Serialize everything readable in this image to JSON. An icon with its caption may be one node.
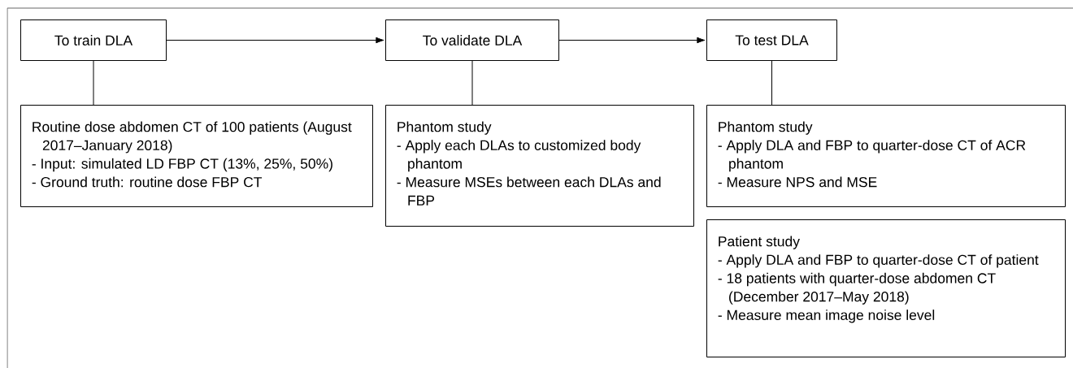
{
  "diagram": {
    "nodes": [
      {
        "text": [
          "To train DLA"
        ]
      },
      {
        "text": [
          "To validate DLA"
        ]
      },
      {
        "text": [
          "To test DLA"
        ]
      },
      {
        "text": [
          "Routine dose abdomen CT of 100 patients (August 2017–January 2018)",
          "- Input: simulated LD FBP CT (13%, 25%, 50%)",
          "- Ground truth: routine dose FBP CT"
        ]
      },
      {
        "text": [
          "Phantom study",
          "- Apply each DLAs to customized body phantom",
          "- Measure MSEs between each DLAs and FBP"
        ]
      },
      {
        "text": [
          "Phantom study",
          "- Apply DLA and FBP to quarter-dose CT of ACR phantom",
          "- Measure NPS and MSE"
        ]
      },
      {
        "text": [
          "Patient study",
          "- Apply DLA and FBP to quarter-dose CT of patient",
          "- 18 patients with quarter-dose abdomen CT (December 2017–May 2018)",
          "- Measure mean image noise level"
        ]
      }
    ],
    "edges": [
      {
        "from": 0,
        "to": 1,
        "arrow": "to"
      },
      {
        "from": 1,
        "to": 2,
        "arrow": "to"
      },
      {
        "from": 0,
        "to": 3,
        "arrow": "none"
      },
      {
        "from": 1,
        "to": 4,
        "arrow": "none"
      },
      {
        "from": 2,
        "to": 5,
        "arrow": "none"
      }
    ]
  }
}
